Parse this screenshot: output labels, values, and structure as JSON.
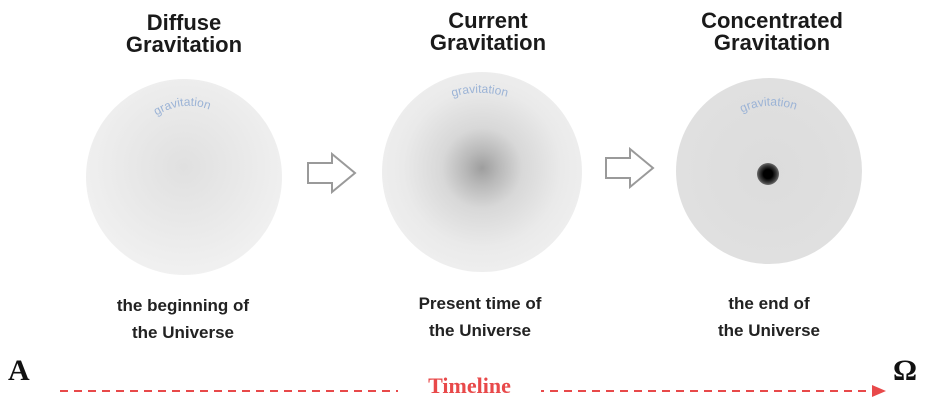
{
  "panels": [
    {
      "title_line1": "Diffuse",
      "title_line2": "Gravitation",
      "sphere_word": "gravitation",
      "caption_line1": "the beginning of",
      "caption_line2": "the Universe"
    },
    {
      "title_line1": "Current",
      "title_line2": "Gravitation",
      "sphere_word": "gravitation",
      "caption_line1": "Present time of",
      "caption_line2": "the Universe"
    },
    {
      "title_line1": "Concentrated",
      "title_line2": "Gravitation",
      "sphere_word": "gravitation",
      "caption_line1": "the end of",
      "caption_line2": "the Universe"
    }
  ],
  "timeline": {
    "start_label": "A",
    "end_label": "Ω",
    "label": "Timeline",
    "color": "#e8494a"
  },
  "colors": {
    "sphere_text": "#9bb3d6",
    "arrow_stroke": "#9a9a9a"
  }
}
